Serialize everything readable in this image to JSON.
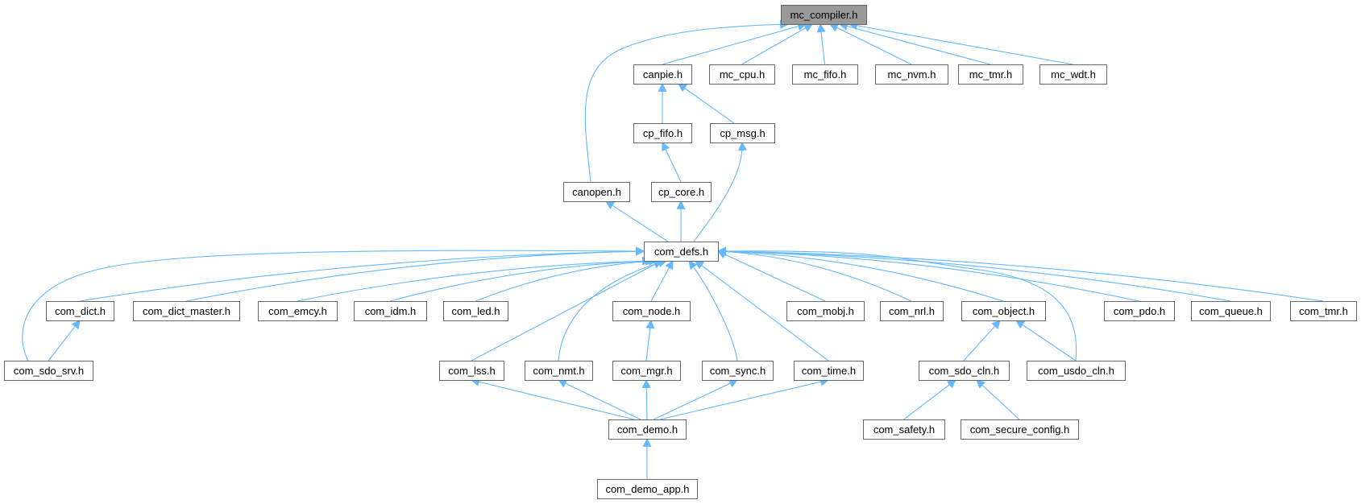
{
  "title": "mc_compiler.h",
  "colors": {
    "edge": "#63b8ff",
    "node_fill": "#ffffff",
    "root_fill": "#999999",
    "node_border": "#666666",
    "text": "#000000"
  },
  "nodes": [
    {
      "id": "mc_compiler",
      "label": "mc_compiler.h",
      "root": true
    },
    {
      "id": "canpie",
      "label": "canpie.h"
    },
    {
      "id": "mc_cpu",
      "label": "mc_cpu.h"
    },
    {
      "id": "mc_fifo",
      "label": "mc_fifo.h"
    },
    {
      "id": "mc_nvm",
      "label": "mc_nvm.h"
    },
    {
      "id": "mc_tmr",
      "label": "mc_tmr.h"
    },
    {
      "id": "mc_wdt",
      "label": "mc_wdt.h"
    },
    {
      "id": "cp_fifo",
      "label": "cp_fifo.h"
    },
    {
      "id": "cp_msg",
      "label": "cp_msg.h"
    },
    {
      "id": "canopen",
      "label": "canopen.h"
    },
    {
      "id": "cp_core",
      "label": "cp_core.h"
    },
    {
      "id": "com_defs",
      "label": "com_defs.h"
    },
    {
      "id": "com_dict",
      "label": "com_dict.h"
    },
    {
      "id": "com_dict_master",
      "label": "com_dict_master.h"
    },
    {
      "id": "com_emcy",
      "label": "com_emcy.h"
    },
    {
      "id": "com_idm",
      "label": "com_idm.h"
    },
    {
      "id": "com_led",
      "label": "com_led.h"
    },
    {
      "id": "com_node",
      "label": "com_node.h"
    },
    {
      "id": "com_mobj",
      "label": "com_mobj.h"
    },
    {
      "id": "com_nrl",
      "label": "com_nrl.h"
    },
    {
      "id": "com_object",
      "label": "com_object.h"
    },
    {
      "id": "com_pdo",
      "label": "com_pdo.h"
    },
    {
      "id": "com_queue",
      "label": "com_queue.h"
    },
    {
      "id": "com_tmr",
      "label": "com_tmr.h"
    },
    {
      "id": "com_sdo_srv",
      "label": "com_sdo_srv.h"
    },
    {
      "id": "com_lss",
      "label": "com_lss.h"
    },
    {
      "id": "com_nmt",
      "label": "com_nmt.h"
    },
    {
      "id": "com_mgr",
      "label": "com_mgr.h"
    },
    {
      "id": "com_sync",
      "label": "com_sync.h"
    },
    {
      "id": "com_time",
      "label": "com_time.h"
    },
    {
      "id": "com_sdo_cln",
      "label": "com_sdo_cln.h"
    },
    {
      "id": "com_usdo_cln",
      "label": "com_usdo_cln.h"
    },
    {
      "id": "com_demo",
      "label": "com_demo.h"
    },
    {
      "id": "com_safety",
      "label": "com_safety.h"
    },
    {
      "id": "com_secure_config",
      "label": "com_secure_config.h"
    },
    {
      "id": "com_demo_app",
      "label": "com_demo_app.h"
    }
  ],
  "edges": [
    {
      "from": "canpie",
      "to": "mc_compiler"
    },
    {
      "from": "mc_cpu",
      "to": "mc_compiler"
    },
    {
      "from": "mc_fifo",
      "to": "mc_compiler"
    },
    {
      "from": "mc_nvm",
      "to": "mc_compiler"
    },
    {
      "from": "mc_tmr",
      "to": "mc_compiler"
    },
    {
      "from": "mc_wdt",
      "to": "mc_compiler"
    },
    {
      "from": "canopen",
      "to": "mc_compiler"
    },
    {
      "from": "cp_fifo",
      "to": "canpie"
    },
    {
      "from": "cp_msg",
      "to": "canpie"
    },
    {
      "from": "cp_core",
      "to": "cp_fifo"
    },
    {
      "from": "com_defs",
      "to": "canopen"
    },
    {
      "from": "com_defs",
      "to": "cp_core"
    },
    {
      "from": "com_defs",
      "to": "cp_msg"
    },
    {
      "from": "com_dict",
      "to": "com_defs"
    },
    {
      "from": "com_dict_master",
      "to": "com_defs"
    },
    {
      "from": "com_emcy",
      "to": "com_defs"
    },
    {
      "from": "com_idm",
      "to": "com_defs"
    },
    {
      "from": "com_led",
      "to": "com_defs"
    },
    {
      "from": "com_node",
      "to": "com_defs"
    },
    {
      "from": "com_mobj",
      "to": "com_defs"
    },
    {
      "from": "com_nrl",
      "to": "com_defs"
    },
    {
      "from": "com_object",
      "to": "com_defs"
    },
    {
      "from": "com_pdo",
      "to": "com_defs"
    },
    {
      "from": "com_queue",
      "to": "com_defs"
    },
    {
      "from": "com_tmr",
      "to": "com_defs"
    },
    {
      "from": "com_sdo_srv",
      "to": "com_defs"
    },
    {
      "from": "com_lss",
      "to": "com_defs"
    },
    {
      "from": "com_nmt",
      "to": "com_defs"
    },
    {
      "from": "com_sync",
      "to": "com_defs"
    },
    {
      "from": "com_time",
      "to": "com_defs"
    },
    {
      "from": "com_usdo_cln",
      "to": "com_defs"
    },
    {
      "from": "com_sdo_srv",
      "to": "com_dict"
    },
    {
      "from": "com_mgr",
      "to": "com_node"
    },
    {
      "from": "com_sdo_cln",
      "to": "com_object"
    },
    {
      "from": "com_usdo_cln",
      "to": "com_object"
    },
    {
      "from": "com_demo",
      "to": "com_lss"
    },
    {
      "from": "com_demo",
      "to": "com_nmt"
    },
    {
      "from": "com_demo",
      "to": "com_mgr"
    },
    {
      "from": "com_demo",
      "to": "com_sync"
    },
    {
      "from": "com_demo",
      "to": "com_time"
    },
    {
      "from": "com_safety",
      "to": "com_sdo_cln"
    },
    {
      "from": "com_secure_config",
      "to": "com_sdo_cln"
    },
    {
      "from": "com_demo_app",
      "to": "com_demo"
    }
  ]
}
